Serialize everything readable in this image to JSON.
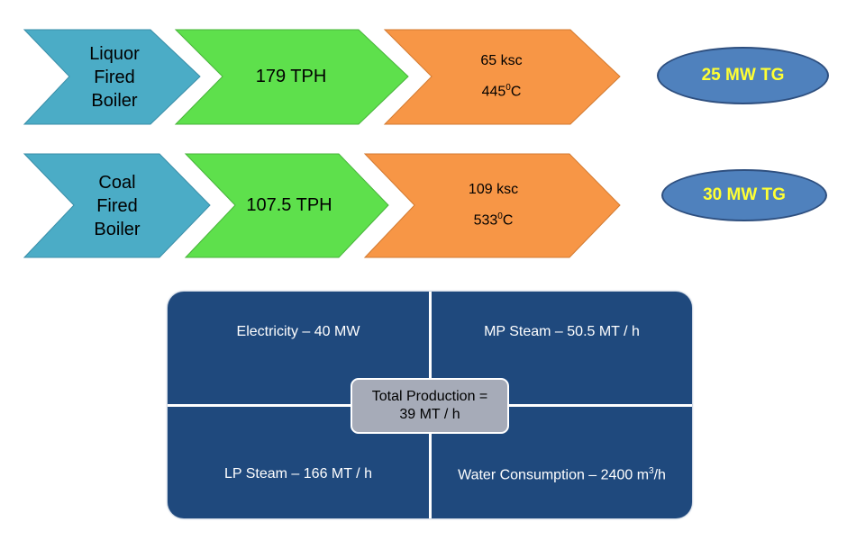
{
  "colors": {
    "boiler": "#4bacc6",
    "rate": "#5ee04c",
    "condition": "#f79646",
    "oval": "#4f81bd",
    "oval_text": "#ffff33",
    "panel": "#1f497d",
    "center_box": "#a6abb8"
  },
  "rows": [
    {
      "boiler": [
        "Liquor",
        "Fired",
        "Boiler"
      ],
      "rate": "179 TPH",
      "pressure": "65 ksc",
      "temp_value": "445",
      "temp_sup": "0",
      "temp_unit": "C",
      "turbine": "25 MW TG"
    },
    {
      "boiler": [
        "Coal",
        "Fired",
        "Boiler"
      ],
      "rate": "107.5 TPH",
      "pressure": "109 ksc",
      "temp_value": "533",
      "temp_sup": "0",
      "temp_unit": "C",
      "turbine": "30 MW TG"
    }
  ],
  "production": {
    "electricity": "Electricity – 40  MW",
    "mp_steam": "MP Steam –   50.5 MT / h",
    "lp_steam": "LP Steam – 166 MT / h",
    "water_text": "Water Consumption – 2400 m",
    "water_sup": "3",
    "water_unit": "/h",
    "total_line1": "Total Production =",
    "total_line2": "39 MT / h"
  }
}
